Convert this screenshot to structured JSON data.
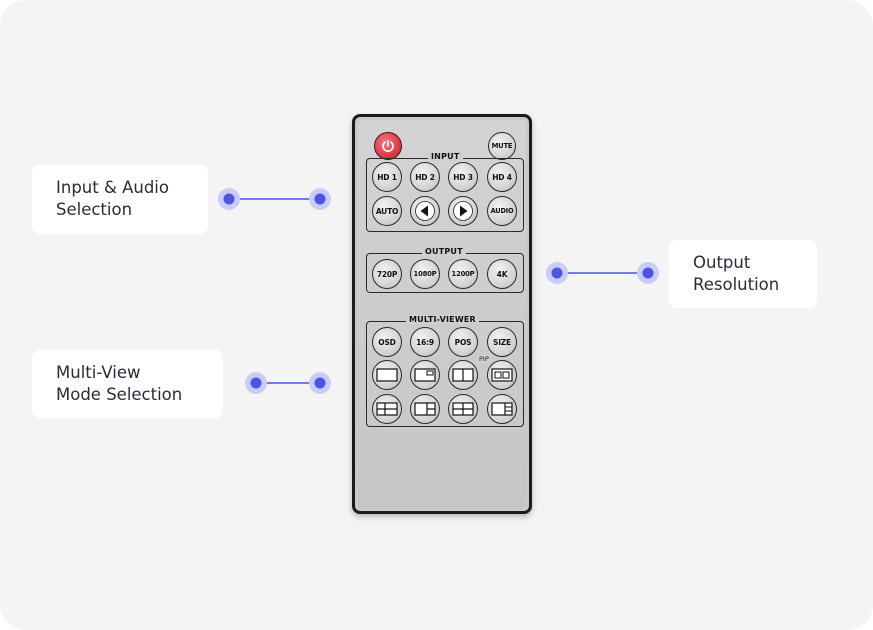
{
  "callouts": {
    "input_audio": {
      "line1": "Input & Audio",
      "line2": "Selection"
    },
    "output": {
      "line1": "Output",
      "line2": "Resolution"
    },
    "multiview": {
      "line1": "Multi-View",
      "line2": "Mode Selection"
    }
  },
  "remote": {
    "mute_label": "MUTE",
    "input": {
      "title": "INPUT",
      "row1": [
        "HD 1",
        "HD 2",
        "HD 3",
        "HD 4"
      ],
      "auto_label": "AUTO",
      "audio_label": "AUDIO"
    },
    "output": {
      "title": "OUTPUT",
      "buttons": [
        "720P",
        "1080P",
        "1200P",
        "4K"
      ]
    },
    "multiviewer": {
      "title": "MULTI-VIEWER",
      "row1": [
        "OSD",
        "16:9",
        "POS",
        "SIZE"
      ],
      "pip_label": "PIP"
    }
  },
  "colors": {
    "accent": "#4b55e6",
    "accent_halo": "#c9ccf7",
    "power": "#de3a44",
    "background": "#f4f4f5"
  },
  "icons": {
    "power": "power-icon",
    "left": "triangle-left-icon",
    "right": "triangle-right-icon"
  }
}
